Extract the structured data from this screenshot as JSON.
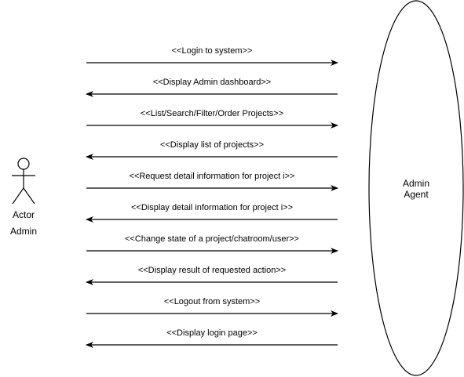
{
  "actor": {
    "label_line1": "Actor",
    "label_line2": "Admin"
  },
  "agent": {
    "label_line1": "Admin",
    "label_line2": "Agent"
  },
  "messages": [
    {
      "label": "<<Login to system>>",
      "direction": "to-agent"
    },
    {
      "label": "<<Display Admin dashboard>>",
      "direction": "to-actor"
    },
    {
      "label": "<<List/Search/Filter/Order Projects>>",
      "direction": "to-agent"
    },
    {
      "label": "<<Display list of projects>>",
      "direction": "to-actor"
    },
    {
      "label": "<<Request detail information for project i>>",
      "direction": "to-agent"
    },
    {
      "label": "<<Display detail information for project i>>",
      "direction": "to-actor"
    },
    {
      "label": "<<Change state of a project/chatroom/user>>",
      "direction": "to-agent"
    },
    {
      "label": "<<Display result of requested action>>",
      "direction": "to-actor"
    },
    {
      "label": "<<Logout from system>>",
      "direction": "to-agent"
    },
    {
      "label": "<<Display login page>>",
      "direction": "to-actor"
    }
  ],
  "colors": {
    "stroke": "#000000",
    "background": "#ffffff"
  }
}
